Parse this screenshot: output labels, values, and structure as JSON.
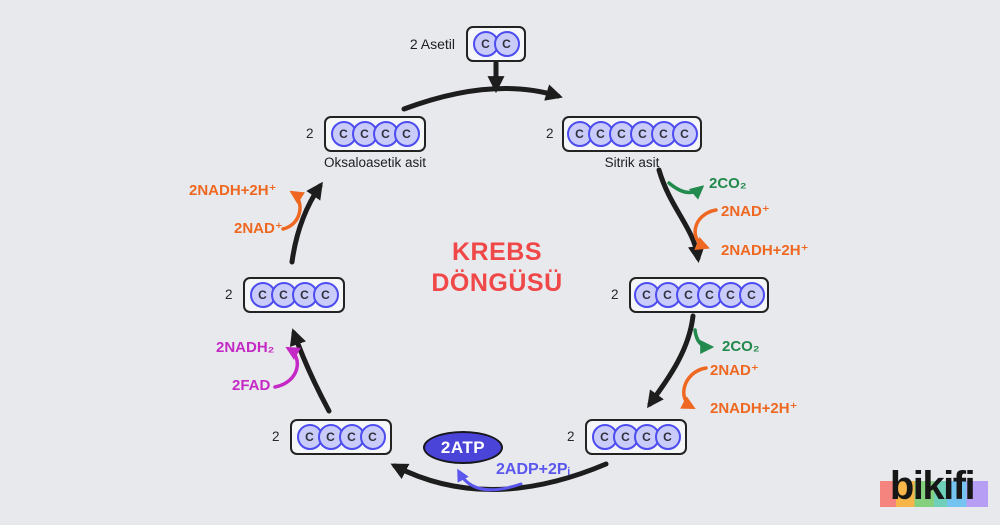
{
  "title": {
    "line1": "KREBS",
    "line2": "DÖNGÜSÜ"
  },
  "carbon_letter": "C",
  "colors": {
    "background": "#e8e9ed",
    "title_red": "#f04848",
    "green": "#218a4c",
    "orange": "#ee6821",
    "magenta": "#c529c5",
    "blue": "#5b57ee",
    "atp_fill": "#4b44d9",
    "carbon_fill": "#c9cbf9",
    "carbon_border": "#4c4cf0",
    "box_fill": "#f5f6f8",
    "box_border": "#232323",
    "arrow_black": "#1d1d1d"
  },
  "molecules": {
    "acetyl": {
      "label": "2 Asetil",
      "carbons": 2
    },
    "oxaloacetate": {
      "count": "2",
      "carbons": 4,
      "name": "Oksaloasetik asit"
    },
    "citrate": {
      "count": "2",
      "carbons": 6,
      "name": "Sitrik asit"
    },
    "six_carbon_right": {
      "count": "2",
      "carbons": 6
    },
    "four_carbon_bottom_right": {
      "count": "2",
      "carbons": 4
    },
    "four_carbon_bottom_left": {
      "count": "2",
      "carbons": 4
    },
    "four_carbon_left": {
      "count": "2",
      "carbons": 4
    }
  },
  "reaction_labels": {
    "co2_top_right": "2CO₂",
    "nad_top_right": "2NAD⁺",
    "nadh_top_right": "2NADH+2H⁺",
    "co2_bottom_right": "2CO₂",
    "nad_bottom_right": "2NAD⁺",
    "nadh_bottom_right": "2NADH+2H⁺",
    "atp": "2ATP",
    "adp": "2ADP+2Pᵢ",
    "nadh2_left": "2NADH₂",
    "fad_left": "2FAD",
    "nadh_top_left": "2NADH+2H⁺",
    "nad_top_left": "2NAD⁺"
  },
  "logo": {
    "text": "bikifi"
  }
}
